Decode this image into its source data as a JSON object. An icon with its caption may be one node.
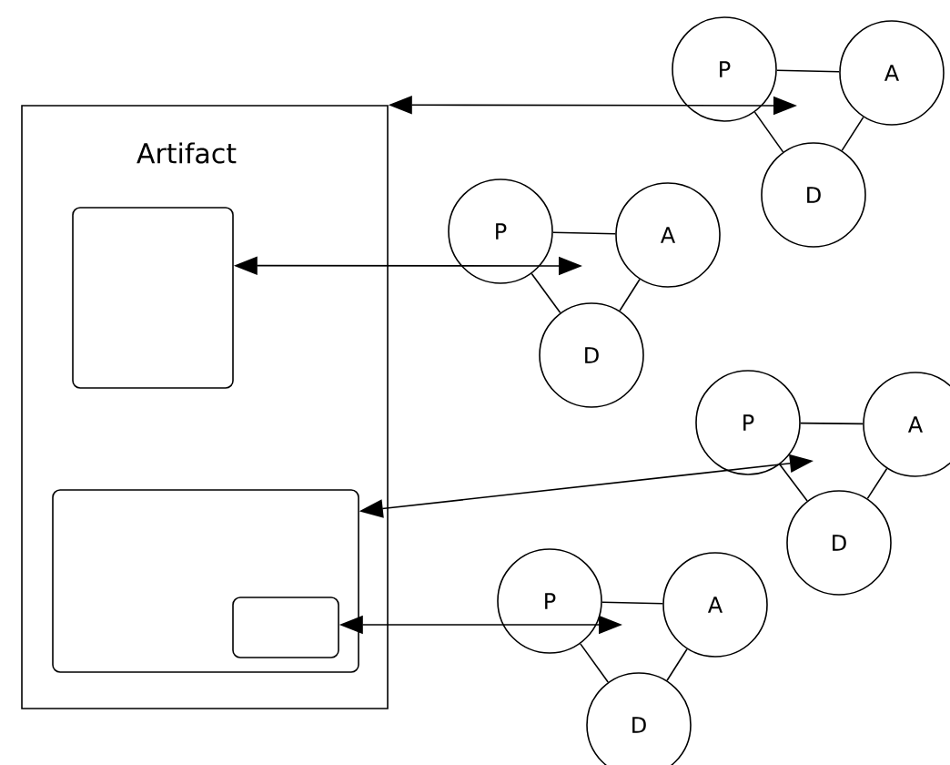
{
  "diagram": {
    "nodes": [
      {
        "text": [
          "Artifact"
        ]
      },
      {
        "text": [],
        "shape": "box",
        "in": 0
      },
      {
        "text": [],
        "shape": "box",
        "in": 0
      },
      {
        "text": [],
        "shape": "box",
        "in": 2
      },
      {
        "text": [
          "P"
        ]
      },
      {
        "text": [
          "A"
        ]
      },
      {
        "text": [
          "D"
        ]
      },
      {
        "text": [
          "P"
        ]
      },
      {
        "text": [
          "A"
        ]
      },
      {
        "text": [
          "D"
        ]
      },
      {
        "text": [
          "P"
        ]
      },
      {
        "text": [
          "A"
        ]
      },
      {
        "text": [
          "D"
        ]
      },
      {
        "text": [
          "P"
        ]
      },
      {
        "text": [
          "A"
        ]
      },
      {
        "text": [
          "D"
        ]
      }
    ],
    "edges": [
      {
        "from": 0,
        "to": 4,
        "arrow": "both"
      },
      {
        "from": 1,
        "to": 7,
        "arrow": "both"
      },
      {
        "from": 2,
        "to": 10,
        "arrow": "both"
      },
      {
        "from": 3,
        "to": 13,
        "arrow": "both"
      },
      {
        "from": 4,
        "to": 5,
        "arrow": "none"
      },
      {
        "from": 5,
        "to": 6,
        "arrow": "none"
      },
      {
        "from": 4,
        "to": 6,
        "arrow": "none"
      },
      {
        "from": 7,
        "to": 8,
        "arrow": "none"
      },
      {
        "from": 8,
        "to": 9,
        "arrow": "none"
      },
      {
        "from": 7,
        "to": 9,
        "arrow": "none"
      },
      {
        "from": 10,
        "to": 11,
        "arrow": "none"
      },
      {
        "from": 11,
        "to": 12,
        "arrow": "none"
      },
      {
        "from": 10,
        "to": 12,
        "arrow": "none"
      },
      {
        "from": 13,
        "to": 14,
        "arrow": "none"
      },
      {
        "from": 14,
        "to": 15,
        "arrow": "none"
      },
      {
        "from": 13,
        "to": 15,
        "arrow": "none"
      }
    ]
  }
}
